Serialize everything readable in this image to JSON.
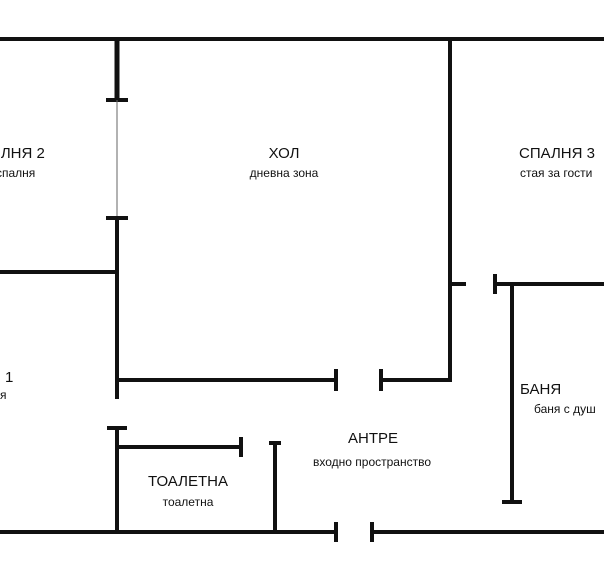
{
  "rooms": {
    "bedroom2": {
      "name": "ЯЛНЯ 2",
      "desc": "спалня"
    },
    "living": {
      "name": "ХОЛ",
      "desc": "дневна зона"
    },
    "bedroom3": {
      "name": "СПАЛНЯ 3",
      "desc": "стая за гости"
    },
    "bedroom1": {
      "name": "1",
      "desc": "я"
    },
    "bath": {
      "name": "БАНЯ",
      "desc": "баня с душ"
    },
    "hall": {
      "name": "АНТРЕ",
      "desc": "входно пространство"
    },
    "toilet": {
      "name": "ТОАЛЕТНА",
      "desc": "тоалетна"
    }
  }
}
